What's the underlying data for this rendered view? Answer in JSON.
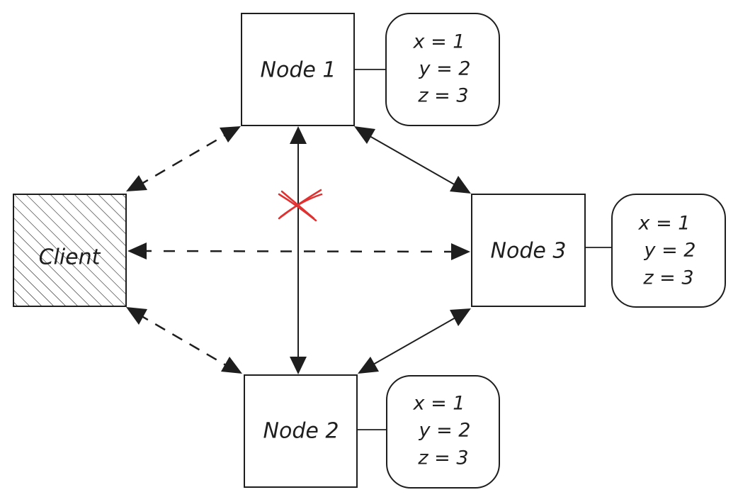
{
  "diagram": {
    "title": "",
    "colors": {
      "stroke": "#1e1e1e",
      "partition": "#e03131",
      "background": "#ffffff"
    },
    "client": {
      "id": "client",
      "label": "Client",
      "fill": "hatched"
    },
    "nodes": [
      {
        "id": "node1",
        "label": "Node 1",
        "state": [
          "x = 1",
          "y = 2",
          "z = 3"
        ]
      },
      {
        "id": "node2",
        "label": "Node 2",
        "state": [
          "x = 1",
          "y = 2",
          "z = 3"
        ]
      },
      {
        "id": "node3",
        "label": "Node 3",
        "state": [
          "x = 1",
          "y = 2",
          "z = 3"
        ]
      }
    ],
    "edges": [
      {
        "from": "client",
        "to": "node1",
        "style": "dashed",
        "direction": "both"
      },
      {
        "from": "client",
        "to": "node2",
        "style": "dashed",
        "direction": "both"
      },
      {
        "from": "client",
        "to": "node3",
        "style": "dashed",
        "direction": "both"
      },
      {
        "from": "node1",
        "to": "node3",
        "style": "solid",
        "direction": "both"
      },
      {
        "from": "node2",
        "to": "node3",
        "style": "solid",
        "direction": "both"
      },
      {
        "from": "node1",
        "to": "node2",
        "style": "solid",
        "direction": "both",
        "broken": true
      }
    ],
    "partition_marker": {
      "symbol": "X",
      "on_edge": "node1-node2",
      "meaning": "network partition"
    }
  }
}
